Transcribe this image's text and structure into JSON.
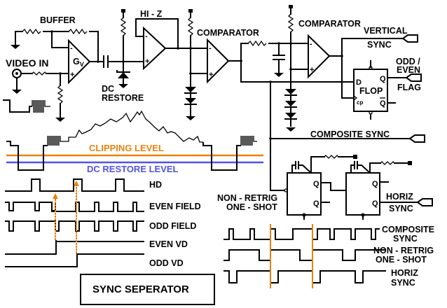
{
  "diagram": {
    "title": "SYNC SEPERATOR",
    "colors": {
      "ink": "#000000",
      "clipping_level": "#e8820e",
      "dc_restore_level": "#5252e8",
      "timing_marker": "#e8820e"
    },
    "labels": {
      "buffer": "BUFFER",
      "video_in": "VIDEO IN",
      "gain": "G",
      "gain_sub": "V",
      "hi_z": "HI - Z",
      "dc_restore_1": "DC",
      "dc_restore_2": "RESTORE",
      "comparator_1": "COMPARATOR",
      "comparator_2": "COMPARATOR",
      "vertical_sync_1": "VERTICAL",
      "vertical_sync_2": "SYNC",
      "odd_even_1": "ODD /",
      "odd_even_2": "EVEN",
      "odd_even_3": "FLAG",
      "flop": "FLOP",
      "flop_d": "D",
      "flop_q": "Q",
      "flop_qbar": "Q",
      "flop_cp": "cp",
      "composite_sync": "COMPOSITE SYNC",
      "non_retrig_1": "NON - RETRIG",
      "non_retrig_2": "ONE - SHOT",
      "horiz_sync_1": "HORIZ",
      "horiz_sync_2": "SYNC",
      "one_shot_q": "Q",
      "one_shot_qbar": "Q",
      "clipping_level": "CLIPPING LEVEL",
      "dc_restore_level": "DC RESTORE LEVEL",
      "op_minus": "-",
      "op_plus": "+"
    },
    "timing_left": {
      "signals": [
        "HD",
        "EVEN FIELD",
        "ODD FIELD",
        "EVEN VD",
        "ODD VD"
      ]
    },
    "timing_right": {
      "signals": [
        "COMPOSITE SYNC",
        "NON - RETRIG ONE - SHOT",
        "HORIZ SYNC"
      ],
      "composite_label_1": "COMPOSITE",
      "composite_label_2": "SYNC",
      "oneshot_label_1": "NON - RETRIG",
      "oneshot_label_2": "ONE - SHOT",
      "horiz_label_1": "HORIZ",
      "horiz_label_2": "SYNC"
    }
  }
}
